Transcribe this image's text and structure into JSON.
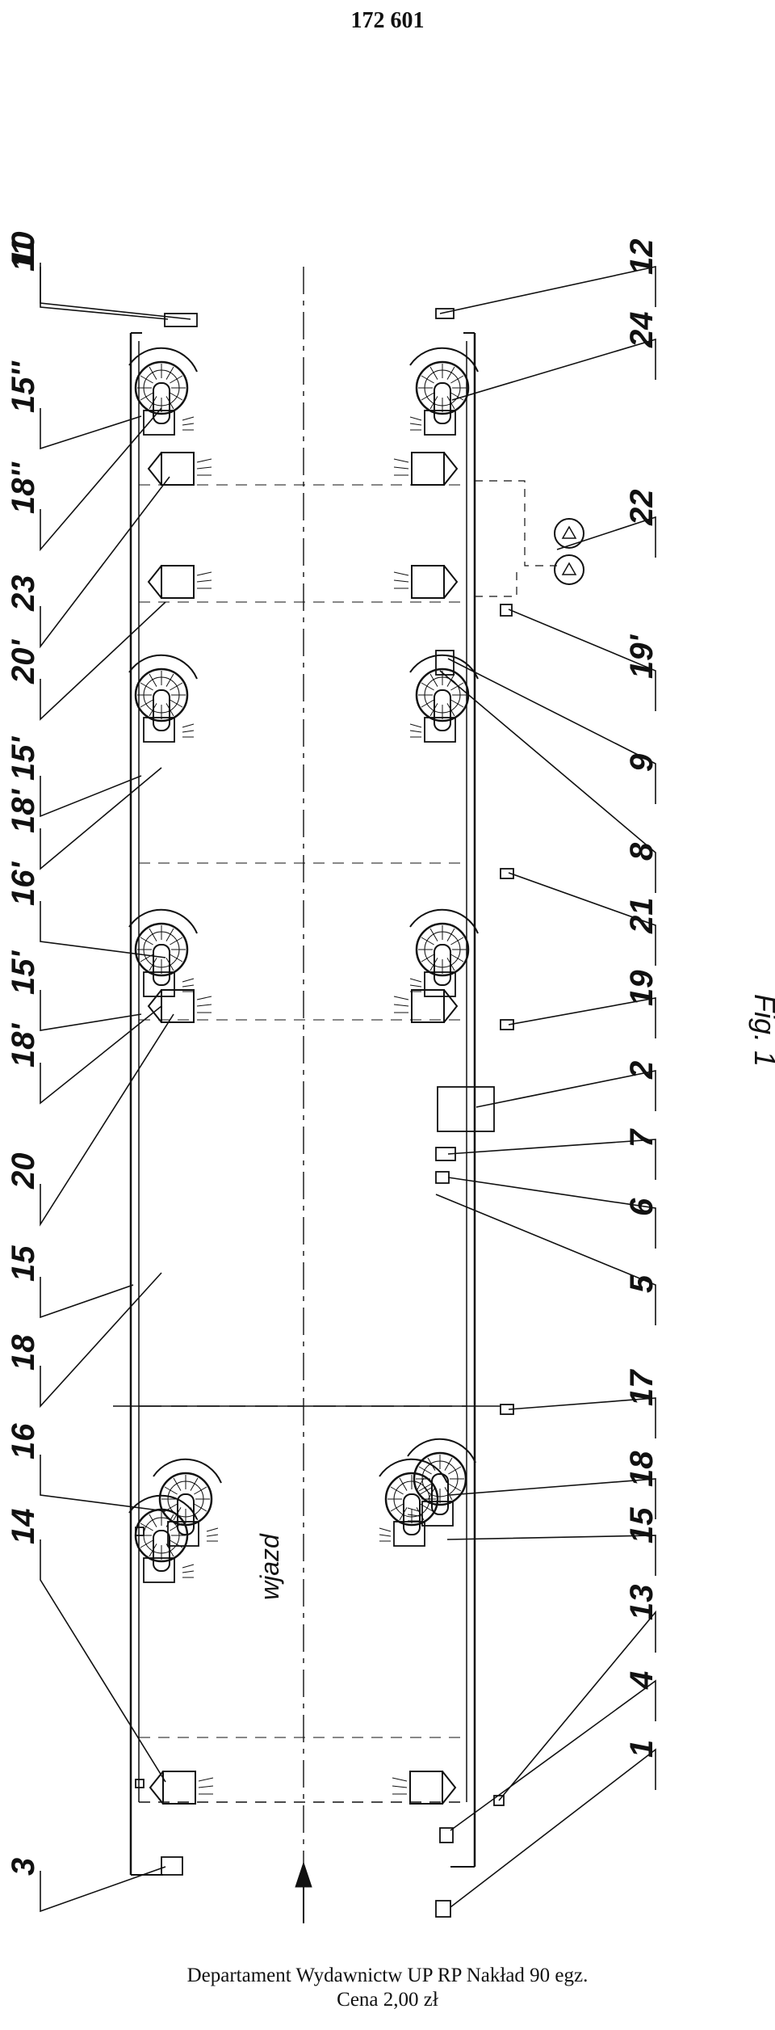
{
  "header": {
    "patent_number": "172 601"
  },
  "figure": {
    "caption": "Fig. 1",
    "entry_label": "wjazd",
    "labels_top": [
      "11",
      "10",
      "15''",
      "18''",
      "23",
      "20'",
      "15'",
      "18'",
      "16'",
      "15'",
      "18'",
      "20",
      "15",
      "18",
      "16",
      "14",
      "3"
    ],
    "labels_bottom": [
      "12",
      "24",
      "22",
      "19'",
      "9",
      "8",
      "21",
      "19",
      "2",
      "7",
      "6",
      "5",
      "17",
      "18",
      "15",
      "13",
      "4",
      "1"
    ]
  },
  "footer": {
    "line1": "Departament Wydawnictw UP RP  Nakład 90 egz.",
    "line2": "Cena 2,00 zł"
  }
}
